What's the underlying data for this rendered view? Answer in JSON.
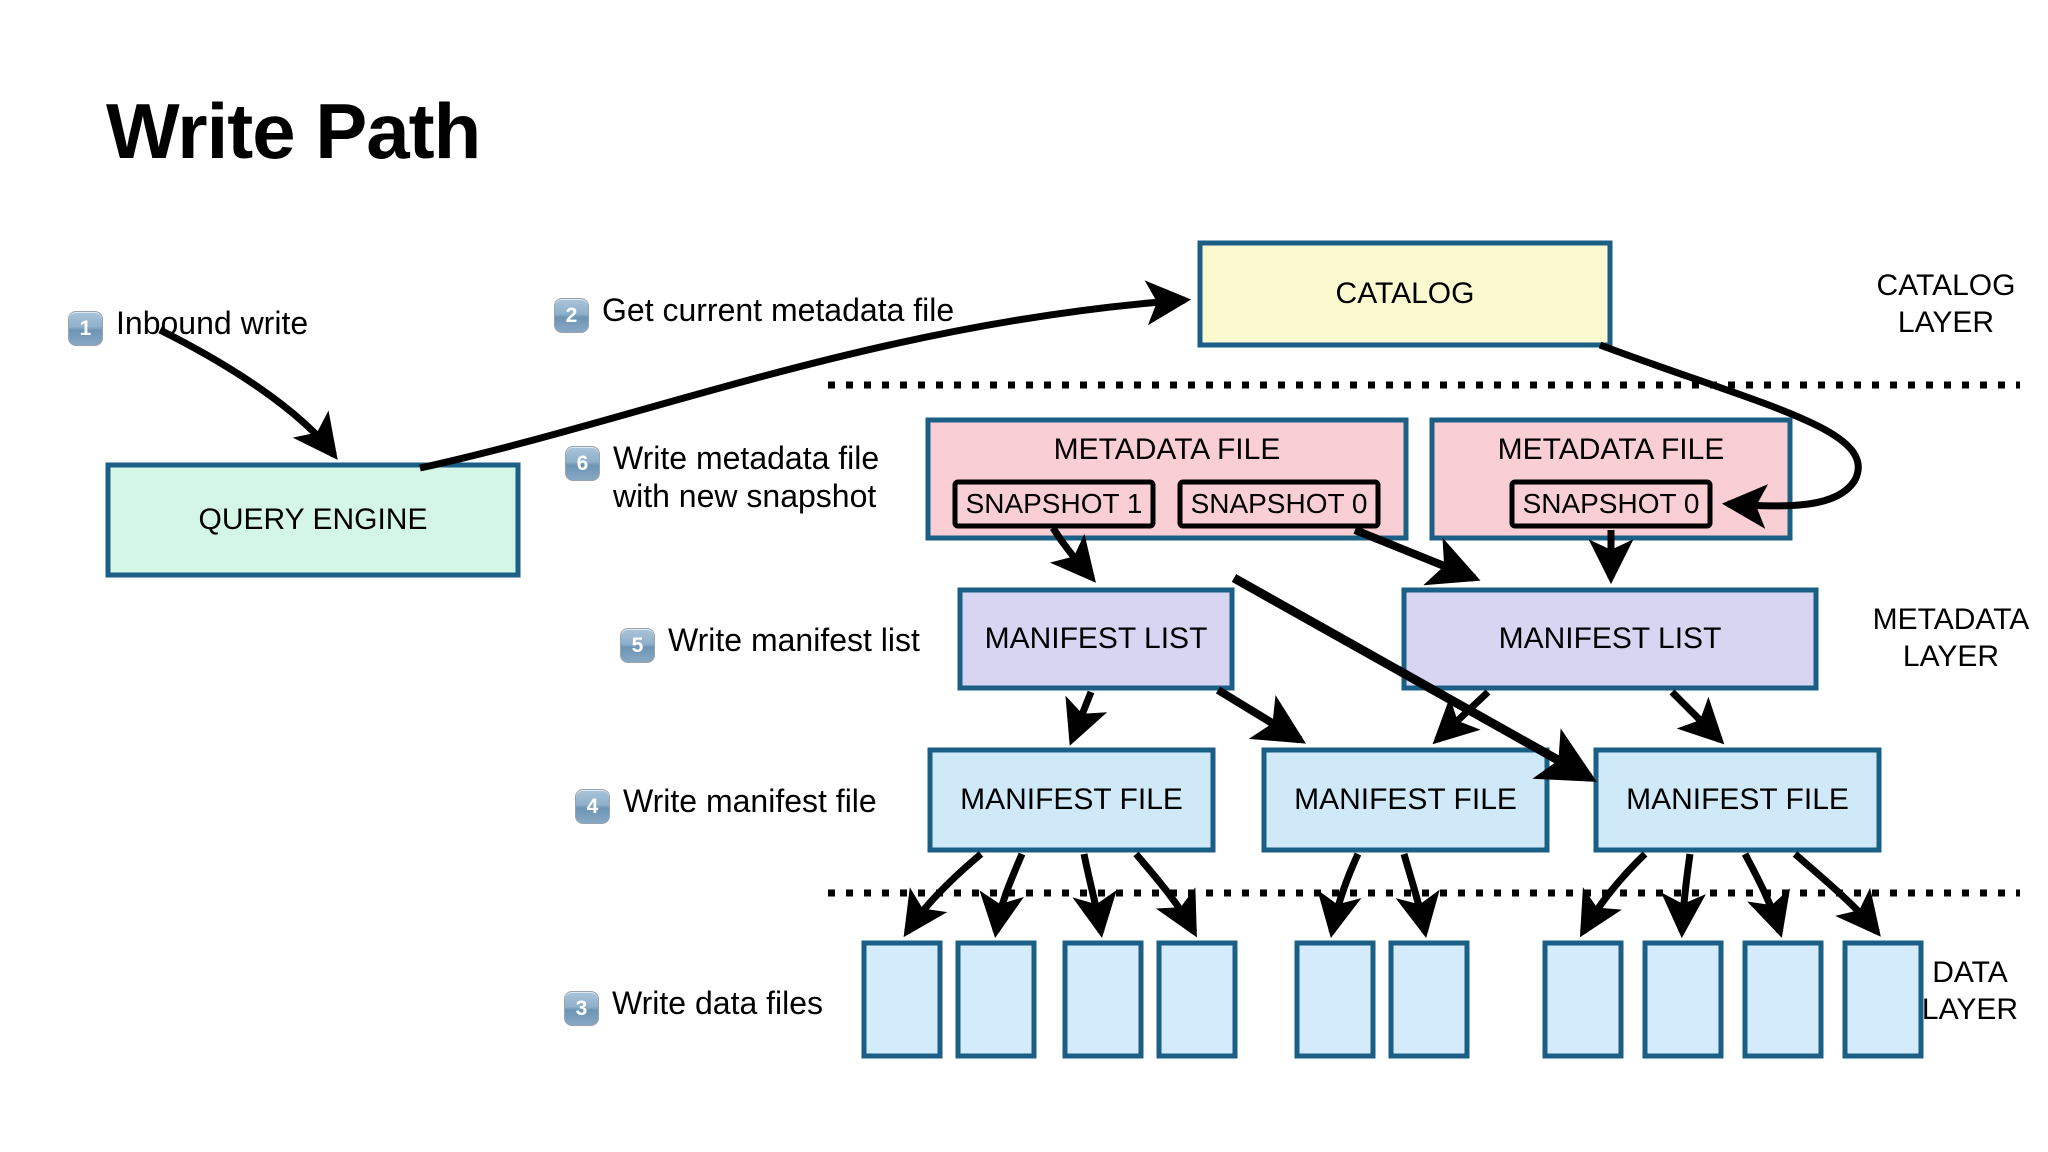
{
  "title": "Write Path",
  "colors": {
    "border": "#1b5f86",
    "catalog_fill": "#faf9cf",
    "metadata_file_fill": "#f9cfd5",
    "manifest_list_fill": "#d8d5f2",
    "manifest_file_fill": "#cfe9f9",
    "data_file_fill": "#d3ebfa",
    "query_engine_fill": "#d4f6e7",
    "badge_blue": "#7ea2c0",
    "stroke_black": "#000000"
  },
  "steps": [
    {
      "number": "1",
      "label": "Inbound write"
    },
    {
      "number": "2",
      "label": "Get current metadata file"
    },
    {
      "number": "3",
      "label": "Write data files"
    },
    {
      "number": "4",
      "label": "Write manifest file"
    },
    {
      "number": "5",
      "label": "Write manifest list"
    },
    {
      "number": "6",
      "label": "Write metadata file\nwith new snapshot"
    }
  ],
  "layers": [
    {
      "name": "catalog-layer",
      "label": "CATALOG\nLAYER"
    },
    {
      "name": "metadata-layer",
      "label": "METADATA\nLAYER"
    },
    {
      "name": "data-layer",
      "label": "DATA\nLAYER"
    }
  ],
  "nodes": {
    "query_engine": "QUERY ENGINE",
    "catalog": "CATALOG",
    "metadata_files": [
      {
        "label": "METADATA FILE",
        "snapshots": [
          "SNAPSHOT 1",
          "SNAPSHOT 0"
        ]
      },
      {
        "label": "METADATA FILE",
        "snapshots": [
          "SNAPSHOT 0"
        ]
      }
    ],
    "manifest_lists": [
      "MANIFEST LIST",
      "MANIFEST LIST"
    ],
    "manifest_files": [
      "MANIFEST FILE",
      "MANIFEST FILE",
      "MANIFEST FILE"
    ],
    "data_files_count": 10,
    "data_file_groups": [
      4,
      2,
      4
    ]
  }
}
